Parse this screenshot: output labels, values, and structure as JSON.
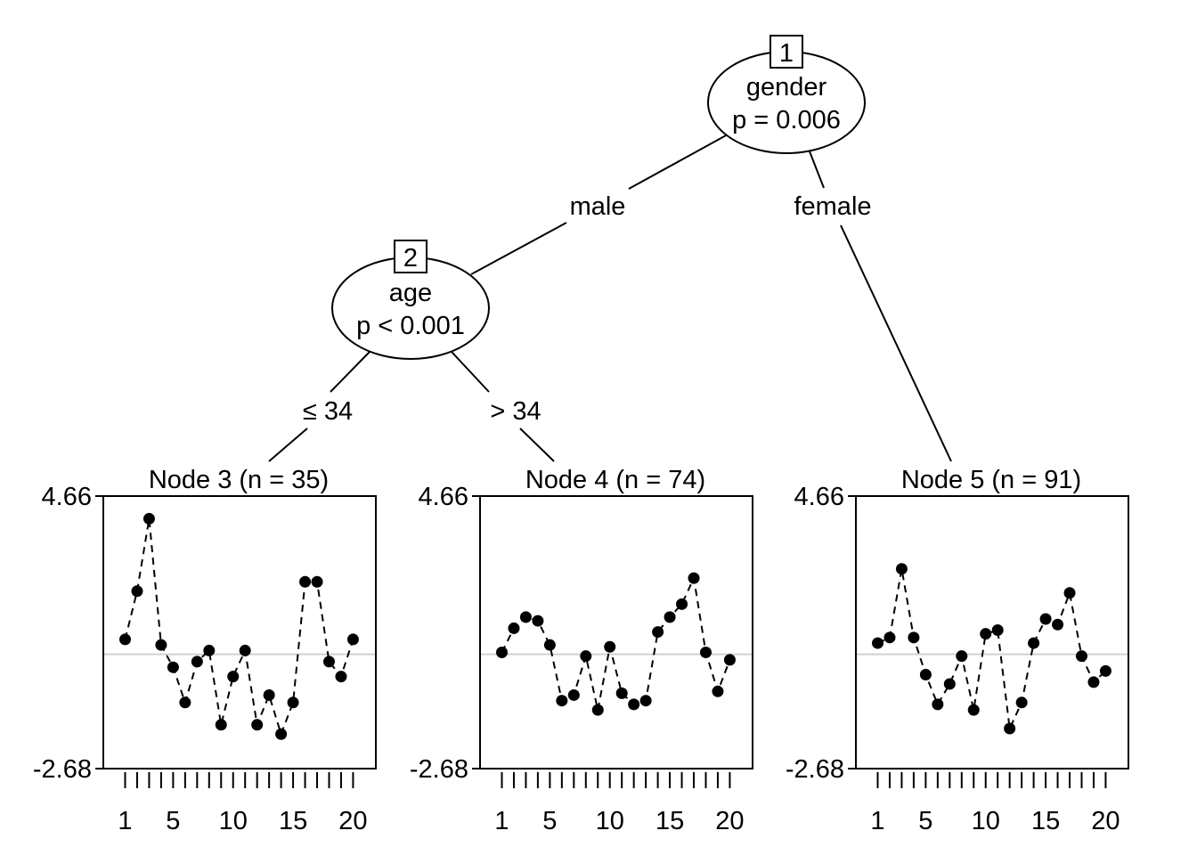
{
  "tree": {
    "inner_nodes": [
      {
        "id": "1",
        "variable": "gender",
        "pvalue": "p = 0.006"
      },
      {
        "id": "2",
        "variable": "age",
        "pvalue": "p < 0.001"
      }
    ],
    "edges": [
      {
        "from": "1",
        "to": "2",
        "label": "male"
      },
      {
        "from": "1",
        "to": "5",
        "label": "female"
      },
      {
        "from": "2",
        "to": "3",
        "label": "≤ 34"
      },
      {
        "from": "2",
        "to": "4",
        "label": "> 34"
      }
    ]
  },
  "chart_data": {
    "type": "line",
    "ylim": [
      -2.68,
      4.66
    ],
    "y_tick_labels": [
      "4.66",
      "-2.68"
    ],
    "x": [
      1,
      2,
      3,
      4,
      5,
      6,
      7,
      8,
      9,
      10,
      11,
      12,
      13,
      14,
      15,
      16,
      17,
      18,
      19,
      20
    ],
    "x_tick_labels": [
      "1",
      "5",
      "10",
      "15",
      "20"
    ],
    "reference_line": 0.4,
    "panels": [
      {
        "id": "3",
        "title": "Node 3 (n = 35)",
        "values": [
          0.8,
          2.1,
          4.05,
          0.65,
          0.05,
          -0.9,
          0.2,
          0.5,
          -1.5,
          -0.2,
          0.5,
          -1.5,
          -0.7,
          -1.75,
          -0.9,
          2.35,
          2.35,
          0.2,
          -0.2,
          0.8
        ]
      },
      {
        "id": "4",
        "title": "Node 4 (n = 74)",
        "values": [
          0.45,
          1.1,
          1.4,
          1.3,
          0.65,
          -0.85,
          -0.7,
          0.35,
          -1.1,
          0.6,
          -0.65,
          -0.95,
          -0.85,
          1.0,
          1.4,
          1.75,
          2.45,
          0.45,
          -0.6,
          0.25
        ]
      },
      {
        "id": "5",
        "title": "Node 5 (n = 91)",
        "values": [
          0.7,
          0.85,
          2.7,
          0.85,
          -0.15,
          -0.95,
          -0.4,
          0.35,
          -1.1,
          0.95,
          1.05,
          -1.6,
          -0.9,
          0.7,
          1.35,
          1.2,
          2.05,
          0.35,
          -0.35,
          -0.05
        ]
      }
    ]
  }
}
